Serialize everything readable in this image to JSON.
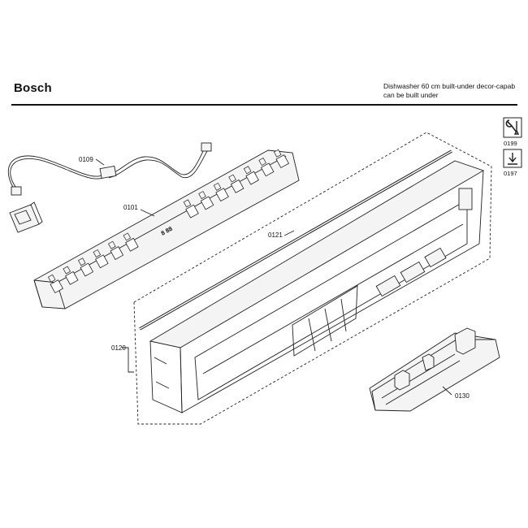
{
  "header": {
    "brand": "Bosch",
    "description_line1": "Dishwasher 60 cm built-under decor-capab",
    "description_line2": "can be built under"
  },
  "parts": {
    "harness": "0109",
    "control_module": "0101",
    "trim_strip": "0121",
    "control_panel": "0120",
    "handle": "0130"
  },
  "service_icons": {
    "tool_icon": {
      "name": "wrench-screwdriver-icon",
      "code": "0199"
    },
    "down_icon": {
      "name": "arrow-down-icon",
      "code": "0197"
    }
  }
}
